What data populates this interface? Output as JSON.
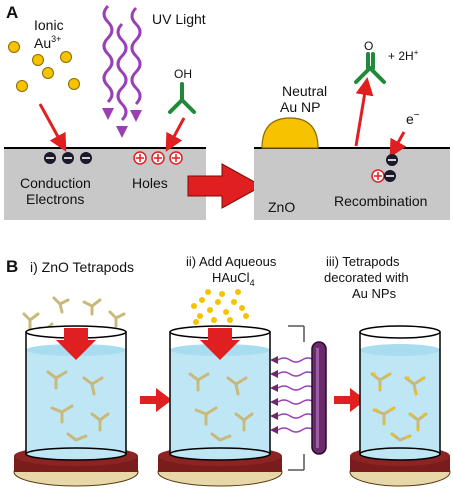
{
  "panel_a": {
    "label": "A",
    "ionic_label": "Ionic",
    "au_label": "Au",
    "au_charge": "3+",
    "uv_label": "UV Light",
    "oh_label": "OH",
    "conduction_label": "Conduction",
    "electrons_label": "Electrons",
    "holes_label": "Holes",
    "neutral_label": "Neutral",
    "au_np_label": "Au NP",
    "o_label": "O",
    "plus_label": "+ 2H",
    "plus_charge": "+",
    "e_label": "e",
    "e_charge": "−",
    "zno_label": "ZnO",
    "recombination_label": "Recombination"
  },
  "panel_b": {
    "label": "B",
    "step1": "i) ZnO Tetrapods",
    "step2_line1": "ii) Add Aqueous",
    "step2_line2": "HAuCl",
    "step2_sub": "4",
    "step3_line1": "iii) Tetrapods",
    "step3_line2": "decorated with",
    "step3_line3": "Au NPs"
  },
  "colors": {
    "gold": "#f7c200",
    "uv": "#9b3fb5",
    "green": "#1f8a3a",
    "red": "#e02020",
    "slab": "#c8c8c8",
    "water": "#bfe6f5",
    "base": "#7a1c1c",
    "lamp": "#6b2a6b"
  }
}
